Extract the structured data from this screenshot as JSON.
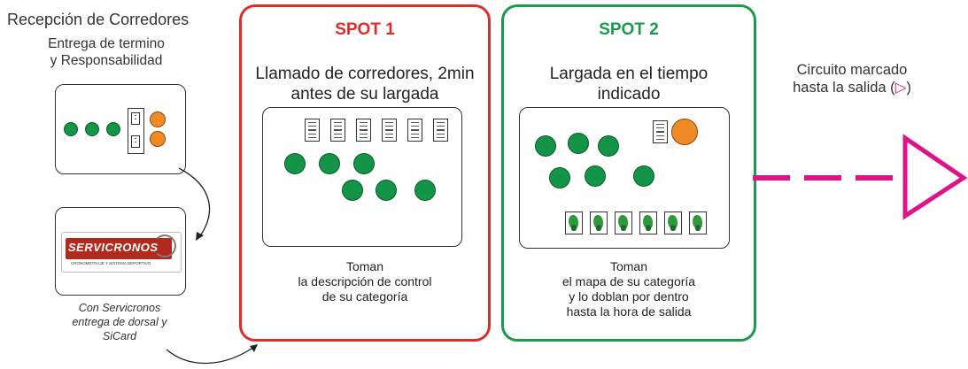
{
  "left": {
    "title": "Recepción de Corredores",
    "subtitle_line1": "Entrega de termino",
    "subtitle_line2": "y Responsabilidad",
    "note_line1": "Con Servicronos",
    "note_line2": "entrega de dorsal y",
    "note_line3": "SiCard",
    "logo_text": "SERVICRONOS",
    "logo_tagline": "CRONOMETRAJE Y SISTEMA DEPORTIVO"
  },
  "spot1": {
    "title": "SPOT 1",
    "body_line1": "Llamado de corredores, 2min",
    "body_line2": "antes de su largada",
    "caption_line1": "Toman",
    "caption_line2": "la descripción de control",
    "caption_line3": "de su categoría",
    "color": "#e02b2b"
  },
  "spot2": {
    "title": "SPOT 2",
    "body_line1": "Largada en el tiempo",
    "body_line2": "indicado",
    "caption_line1": "Toman",
    "caption_line2": "el mapa de su categoría",
    "caption_line3": "y lo doblan por dentro",
    "caption_line4": "hasta la hora de salida",
    "color": "#1a9a4a"
  },
  "right": {
    "line1": "Circuito marcado",
    "line2_text": "hasta la salida (",
    "line2_symbol": "▷",
    "line2_close": ")",
    "arrow_color": "#e0128a"
  },
  "colors": {
    "runner": "#139447",
    "staff": "#f08a24"
  }
}
